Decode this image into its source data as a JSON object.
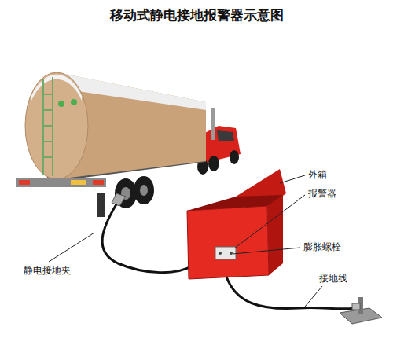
{
  "diagram": {
    "title": "移动式静电接地报警器示意图",
    "labels": [
      "外箱",
      "报警器",
      "膨胀螺栓",
      "接地线",
      "静电接地夹"
    ]
  }
}
